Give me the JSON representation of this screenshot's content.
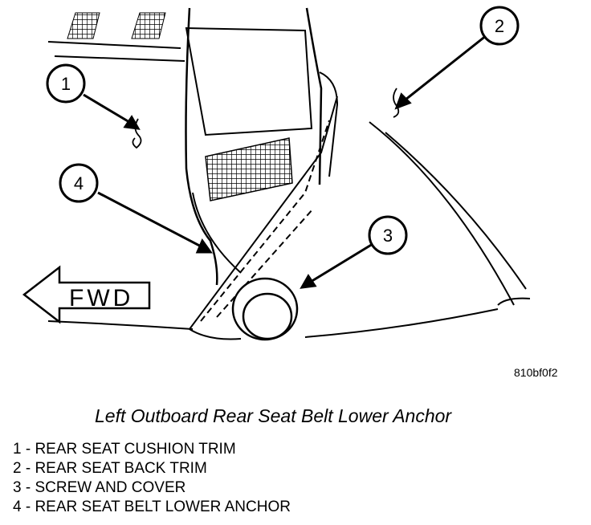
{
  "figure_code": "810bf0f2",
  "caption": "Left Outboard Rear Seat Belt Lower Anchor",
  "fwd_label": "FWD",
  "callouts": [
    {
      "num": "1",
      "label": "REAR SEAT CUSHION TRIM"
    },
    {
      "num": "2",
      "label": "REAR SEAT BACK TRIM"
    },
    {
      "num": "3",
      "label": "SCREW AND COVER"
    },
    {
      "num": "4",
      "label": "REAR SEAT BELT LOWER ANCHOR"
    }
  ],
  "legend": [
    "1 - REAR SEAT CUSHION TRIM",
    "2 - REAR SEAT BACK TRIM",
    "3 - SCREW AND COVER",
    "4 - REAR SEAT BELT LOWER ANCHOR"
  ]
}
